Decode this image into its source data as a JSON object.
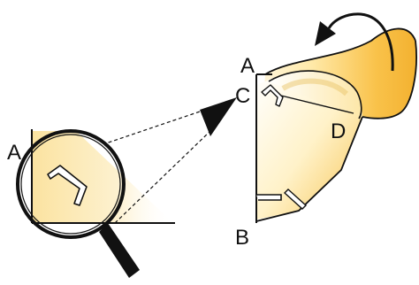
{
  "labels": {
    "a_left": "A",
    "a_right": "A",
    "c": "C",
    "d": "D",
    "b": "B"
  },
  "colors": {
    "paper_light": "#fff6dc",
    "paper_mid": "#ffe59a",
    "paper_dark": "#f6b636",
    "outline": "#111111"
  }
}
